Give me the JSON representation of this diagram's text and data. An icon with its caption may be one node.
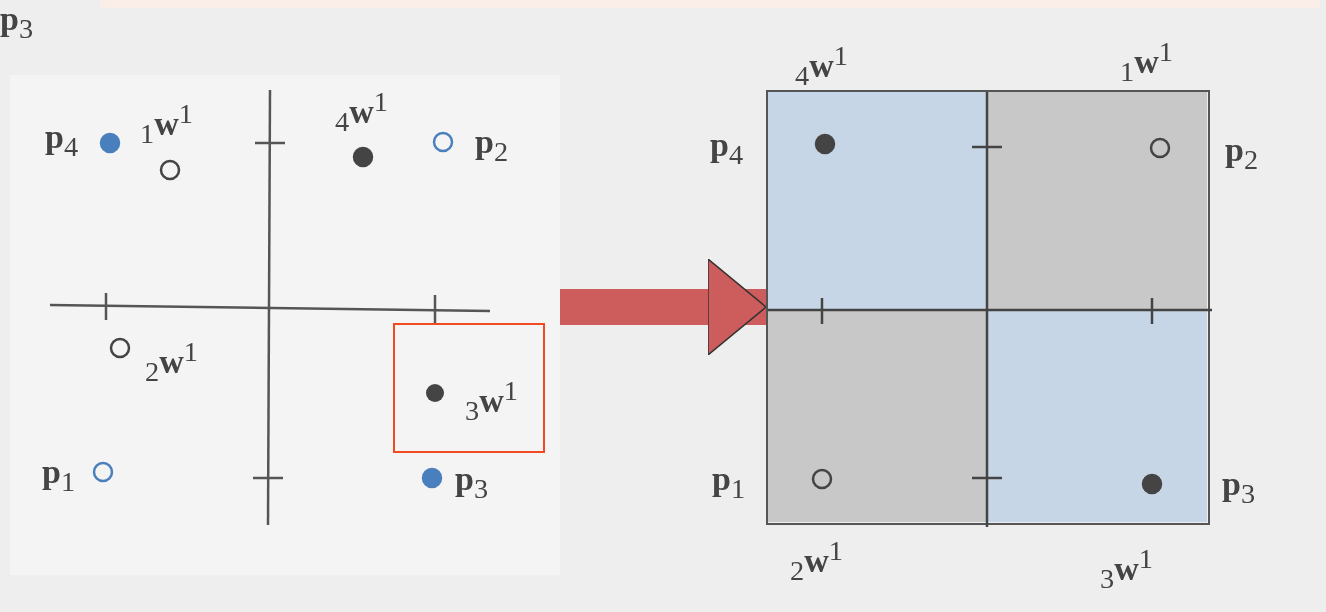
{
  "diagram": {
    "nodes": [
      {
        "text": [],
        "shape": "picture"
      },
      {
        "text": [
          "$_{3}$**w**$^{1}$"
        ],
        "in": 0
      },
      {
        "text": [],
        "shape": "box",
        "beside": [
          "$_{4}$**w**$^{1}$",
          "$_{1}$**w**$^{1}$",
          "**p**$_{4}$",
          "**p**$_{2}$",
          "**p**$_{1}$",
          "**p**$_{3}$",
          "$_{2}$**w**$^{1}$",
          "$_{3}$**w**$^{1}$"
        ]
      }
    ],
    "edges": [
      {
        "from": 0,
        "to": 2,
        "arrow": "to",
        "color": "#cd5c5c"
      }
    ],
    "labels": [
      "**p**$_{3}$",
      "**p**$_{4}$",
      "$_{1}$**w**$^{1}$",
      "$_{4}$**w**$^{1}$",
      "**p**$_{2}$",
      "$_{2}$**w**$^{1}$",
      "**p**$_{1}$",
      "**p**$_{3}$"
    ]
  }
}
